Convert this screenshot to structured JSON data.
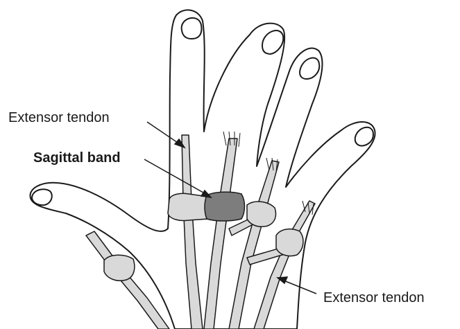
{
  "labels": {
    "extensor_tendon_top": "Extensor tendon",
    "sagittal_band": "Sagittal band",
    "extensor_tendon_bottom": "Extensor tendon"
  },
  "colors": {
    "outline": "#1a1a1a",
    "tendon_fill": "#d9d9d9",
    "sagittal_band_highlight": "#7d7d7d",
    "background": "#ffffff"
  }
}
